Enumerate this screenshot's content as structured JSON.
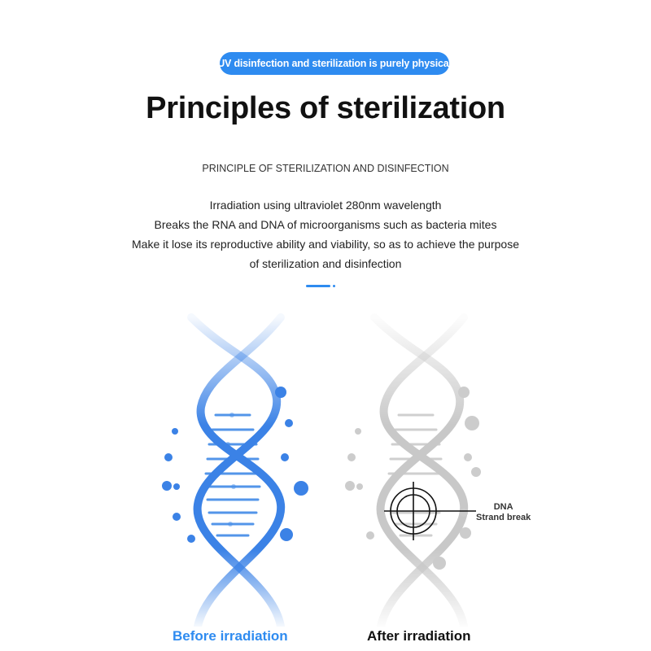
{
  "header": {
    "badge": "UV disinfection and sterilization is purely physical",
    "title": "Principles of sterilization",
    "subtitle": "PRINCIPLE OF STERILIZATION AND DISINFECTION"
  },
  "description": {
    "lines": [
      "Irradiation using ultraviolet 280nm wavelength",
      "Breaks the RNA and DNA of microorganisms such as bacteria mites",
      "Make it lose its reproductive ability and viability, so as to achieve the purpose",
      "of sterilization and disinfection"
    ]
  },
  "comparison": {
    "before_label": "Before irradiation",
    "after_label": "After irradiation",
    "marker_label_line1": "DNA",
    "marker_label_line2": "Strand break"
  },
  "colors": {
    "accent": "#2e8bf0",
    "dna_before": "#3b82e6",
    "dna_after": "#c8c8c8"
  },
  "icons": {
    "dna_before": "dna-helix-icon",
    "dna_after": "dna-helix-broken-icon",
    "marker": "crosshair-icon"
  }
}
